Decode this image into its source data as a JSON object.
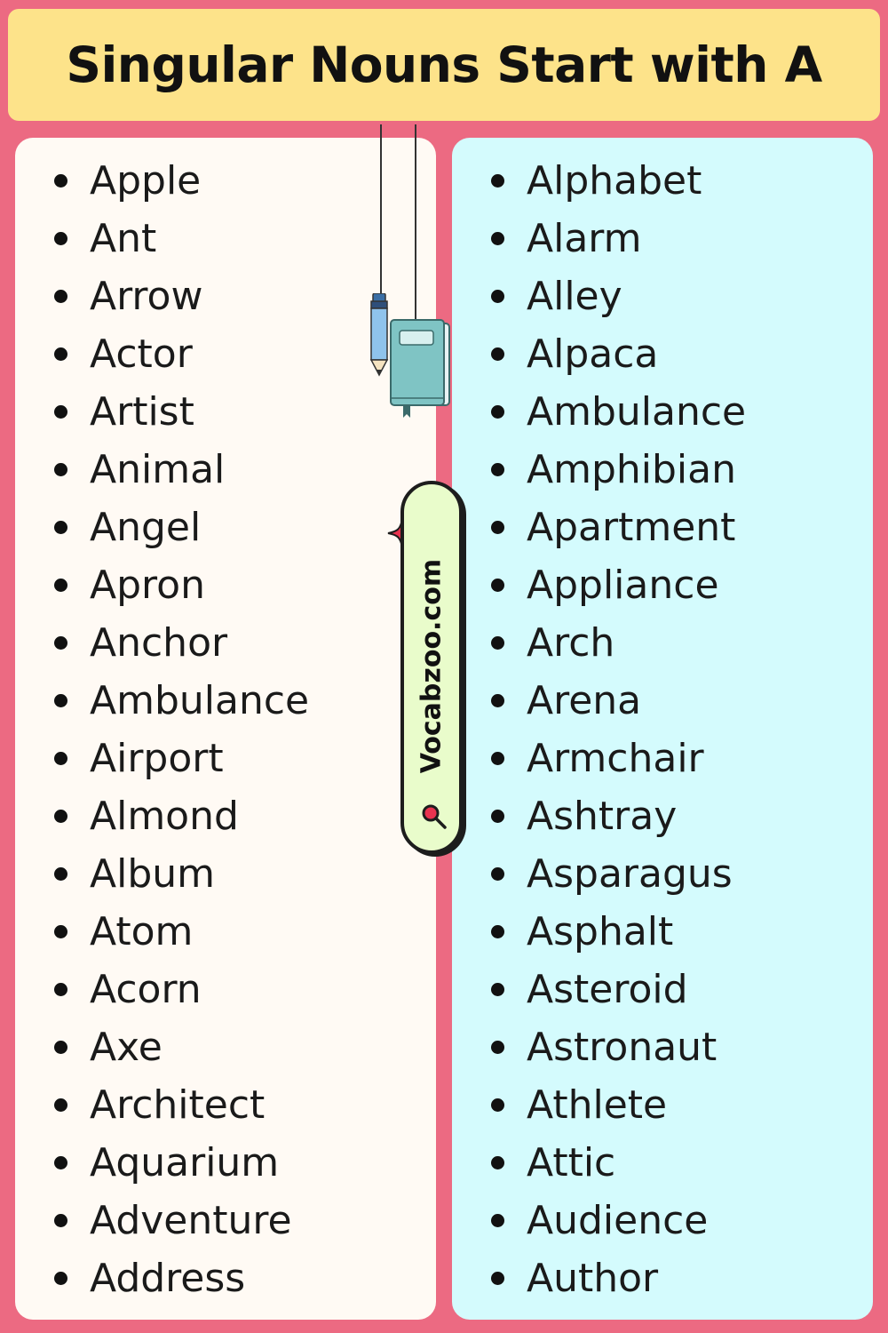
{
  "title": "Singular Nouns Start with A",
  "badge": {
    "text": "Vocabzoo.com",
    "icon": "magnifier-icon"
  },
  "colors": {
    "background": "#ec6a82",
    "title_bar": "#fde38a",
    "left_panel": "#fffaf4",
    "right_panel": "#d4fbfd",
    "badge": "#e9fccb",
    "accent": "#e8334f"
  },
  "decorations": [
    "pencil-icon",
    "book-icon",
    "sparkle-icon"
  ],
  "left_column": [
    "Apple",
    "Ant",
    "Arrow",
    "Actor",
    "Artist",
    "Animal",
    "Angel",
    "Apron",
    "Anchor",
    "Ambulance",
    "Airport",
    "Almond",
    "Album",
    "Atom",
    "Acorn",
    "Axe",
    "Architect",
    "Aquarium",
    "Adventure",
    "Address"
  ],
  "right_column": [
    "Alphabet",
    "Alarm",
    "Alley",
    "Alpaca",
    "Ambulance",
    "Amphibian",
    "Apartment",
    "Appliance",
    "Arch",
    "Arena",
    "Armchair",
    "Ashtray",
    "Asparagus",
    "Asphalt",
    "Asteroid",
    "Astronaut",
    "Athlete",
    "Attic",
    "Audience",
    "Author"
  ]
}
